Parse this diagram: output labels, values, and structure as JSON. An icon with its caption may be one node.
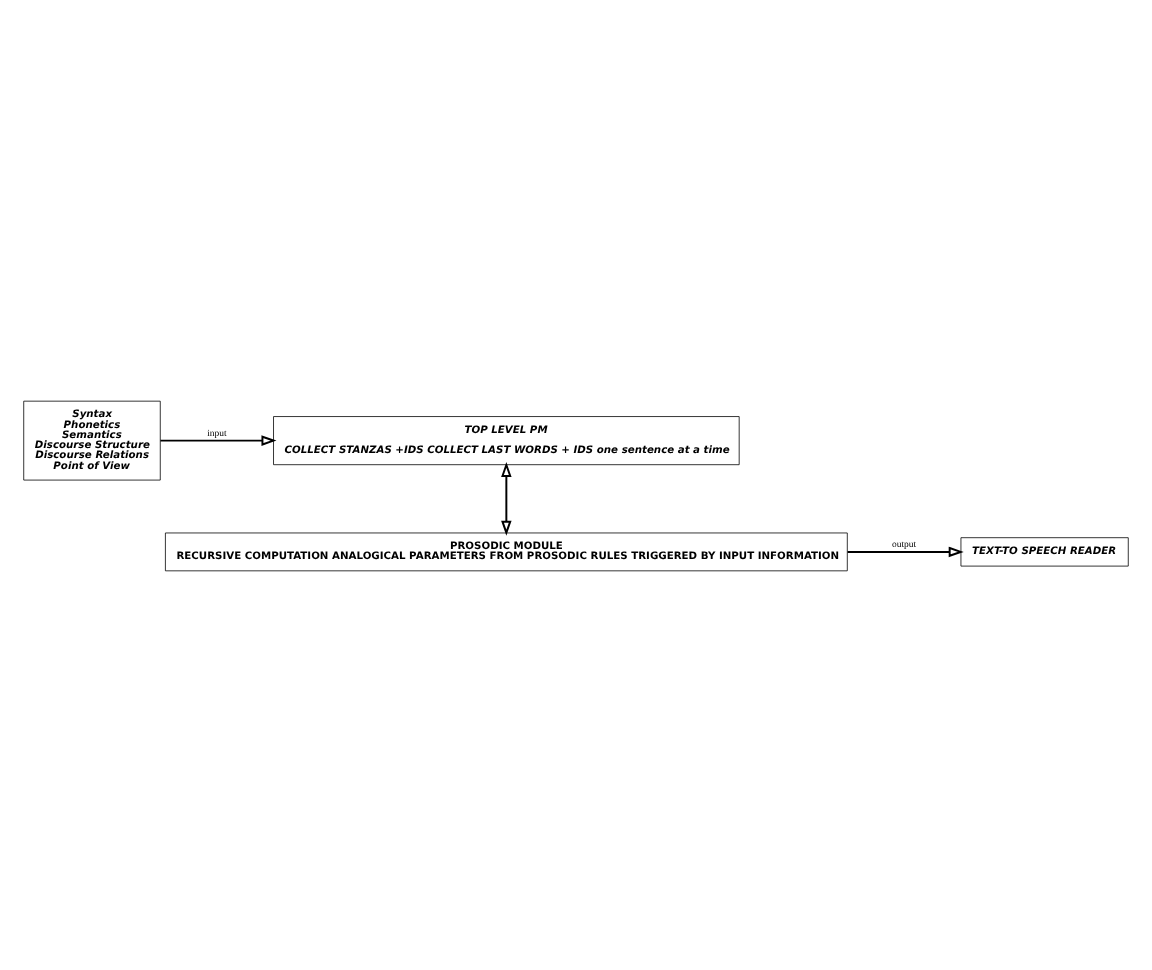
{
  "diagram": {
    "nodes": [
      {
        "text": [
          "Syntax",
          "Phonetics",
          "Semantics",
          "Discourse Structure",
          "Discourse Relations",
          "Point of View"
        ]
      },
      {
        "text": [
          "TOP LEVEL PM",
          "COLLECT STANZAS +IDS COLLECT LAST WORDS + IDS one sentence at a time"
        ]
      },
      {
        "text": [
          "PROSODIC MODULE",
          "RECURSIVE COMPUTATION ANALOGICAL PARAMETERS FROM PROSODIC RULES TRIGGERED BY INPUT INFORMATION"
        ]
      },
      {
        "text": [
          "TEXT-TO SPEECH READER"
        ]
      }
    ],
    "edges": [
      {
        "from": 0,
        "to": 1,
        "arrow": "to",
        "label": "input"
      },
      {
        "from": 1,
        "to": 2,
        "arrow": "both"
      },
      {
        "from": 2,
        "to": 3,
        "arrow": "to",
        "label": "output"
      }
    ]
  }
}
